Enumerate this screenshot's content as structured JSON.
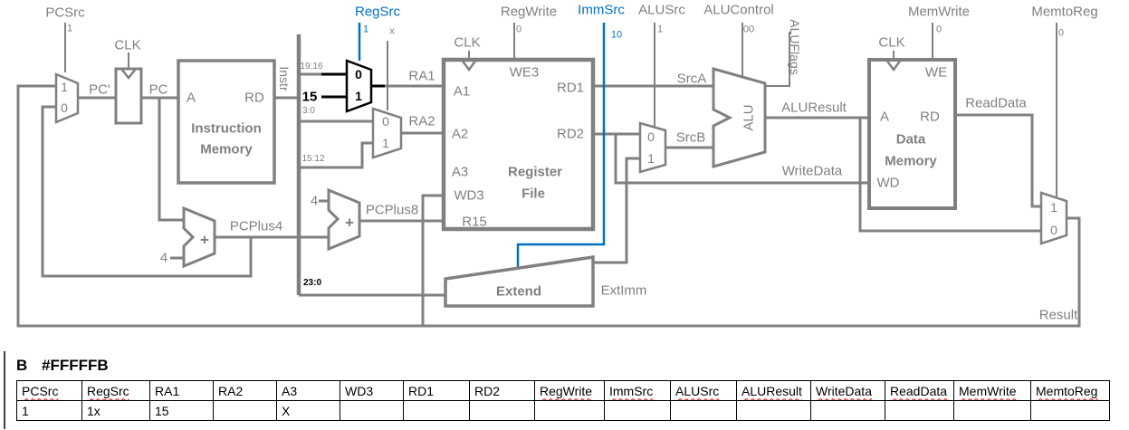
{
  "colors": {
    "diagram_gray": "#808080",
    "highlight_blue": "#0070C0",
    "active_black": "#000000",
    "squiggle_red": "#FF0000"
  },
  "diagram": {
    "clk": "CLK",
    "plus": "+",
    "const4": "4",
    "const15": "15",
    "mux": {
      "zero": "0",
      "one": "1"
    },
    "bit_ranges": {
      "b19_16": "19:16",
      "b3_0": "3:0",
      "b15_12": "15:12",
      "b23_0": "23:0"
    },
    "controls": {
      "pcsrc": {
        "label": "PCSrc",
        "value": "1"
      },
      "regsrc": {
        "label": "RegSrc",
        "value_bit0": "1",
        "value_bit1": "x"
      },
      "regwrite": {
        "label": "RegWrite",
        "value": "0"
      },
      "immsrc": {
        "label": "ImmSrc",
        "value": "10"
      },
      "alusrc": {
        "label": "ALUSrc",
        "value": "1"
      },
      "alucontrol": {
        "label": "ALUControl",
        "value": "00"
      },
      "memwrite": {
        "label": "MemWrite",
        "value": "0"
      },
      "memtoreg": {
        "label": "MemtoReg",
        "value": "0"
      },
      "aluflags": {
        "label": "ALUFlags"
      }
    },
    "blocks": {
      "instruction_memory": {
        "title1": "Instruction",
        "title2": "Memory",
        "a": "A",
        "rd": "RD"
      },
      "register_file": {
        "title1": "Register",
        "title2": "File",
        "we3": "WE3",
        "a1": "A1",
        "a2": "A2",
        "a3": "A3",
        "wd3": "WD3",
        "r15": "R15",
        "rd1": "RD1",
        "rd2": "RD2"
      },
      "data_memory": {
        "title1": "Data",
        "title2": "Memory",
        "we": "WE",
        "a": "A",
        "rd": "RD",
        "wd": "WD"
      },
      "extend": {
        "title": "Extend"
      },
      "alu": {
        "title": "ALU"
      }
    },
    "wires": {
      "pc_next": "PC'",
      "pc": "PC",
      "instr": "Instr",
      "ra1": "RA1",
      "ra2": "RA2",
      "pcplus4": "PCPlus4",
      "pcplus8": "PCPlus8",
      "srca": "SrcA",
      "srcb": "SrcB",
      "aluresult": "ALUResult",
      "writedata": "WriteData",
      "readdata": "ReadData",
      "extimm": "ExtImm",
      "result": "Result"
    }
  },
  "answer_section": {
    "instruction": "B",
    "operand": "#FFFFFB",
    "table": {
      "headers": [
        "PCSrc",
        "RegSrc",
        "RA1",
        "RA2",
        "A3",
        "WD3",
        "RD1",
        "RD2",
        "RegWrite",
        "ImmSrc",
        "ALUSrc",
        "ALUResult",
        "WriteData",
        "ReadData",
        "MemWrite",
        "MemtoReg"
      ],
      "row": [
        "1",
        "1x",
        "15",
        "",
        "X",
        "",
        "",
        "",
        "",
        "",
        "",
        "",
        "",
        "",
        "",
        ""
      ]
    }
  }
}
